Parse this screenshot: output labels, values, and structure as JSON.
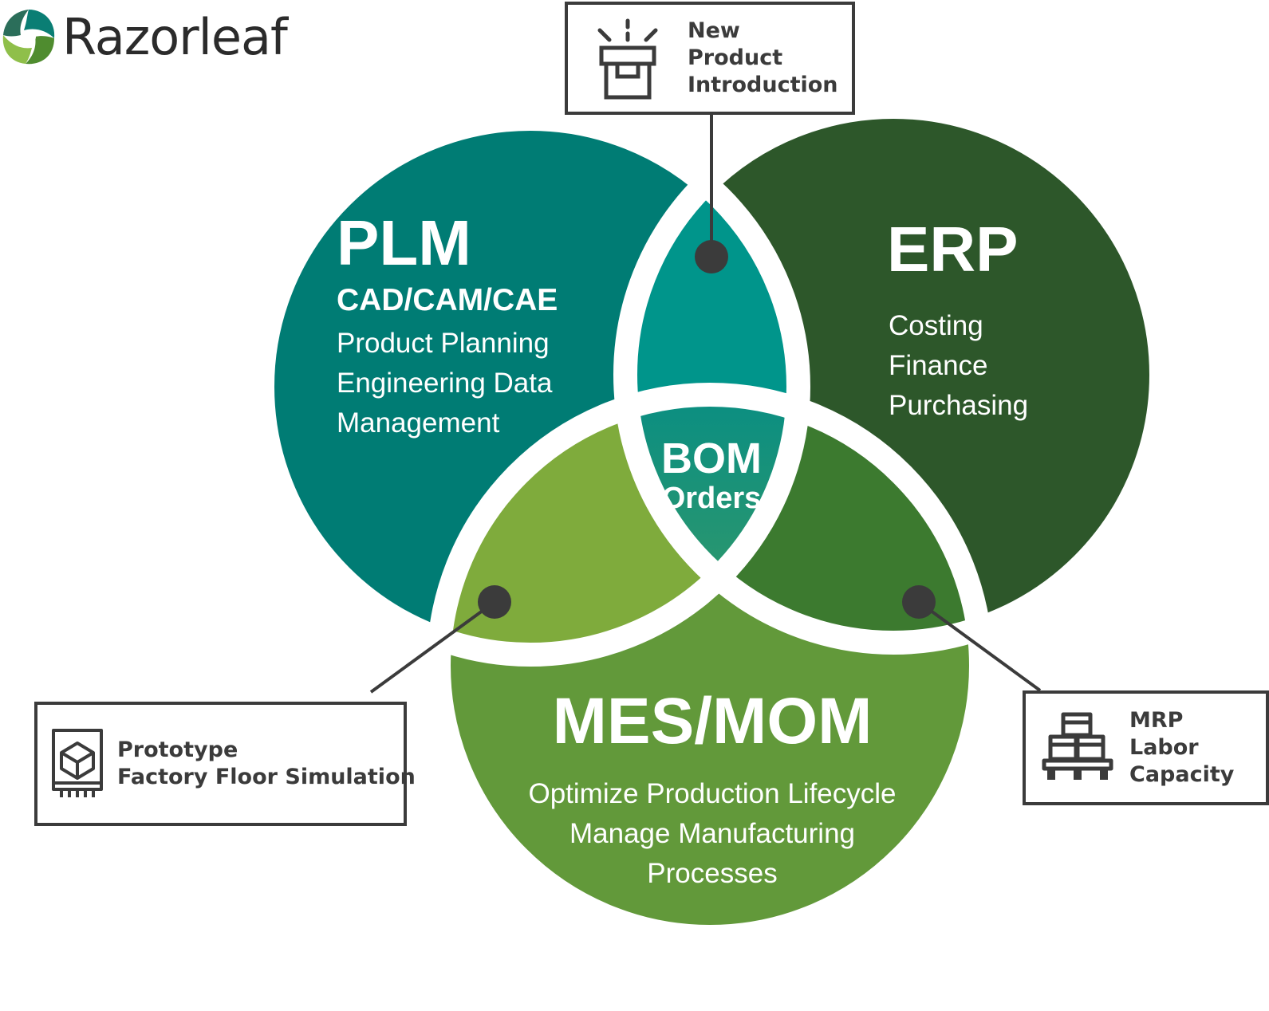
{
  "brand": {
    "name": "Razorleaf"
  },
  "colors": {
    "plm": "#007c74",
    "erp": "#2d572a",
    "mes": "#62993a",
    "plm_erp_overlap": "#00958b",
    "plm_mes_overlap": "#7fab3c",
    "erp_mes_overlap": "#3c7a2f",
    "center_top": "#0a8e82",
    "center_bottom": "#6aa848",
    "connector": "#3b3b3b"
  },
  "circles": {
    "plm": {
      "title": "PLM",
      "subtitle": "CAD/CAM/CAE",
      "lines": [
        "Product Planning",
        "Engineering Data",
        "Management"
      ]
    },
    "erp": {
      "title": "ERP",
      "lines": [
        "Costing",
        "Finance",
        "Purchasing"
      ]
    },
    "mes": {
      "title": "MES/MOM",
      "lines": [
        "Optimize Production Lifecycle",
        "Manage Manufacturing",
        "Processes"
      ]
    }
  },
  "center": {
    "line1": "BOM",
    "line2": "Orders"
  },
  "callouts": {
    "npi": {
      "icon": "open-box-icon",
      "lines": [
        "New",
        "Product",
        "Introduction"
      ]
    },
    "prototype": {
      "icon": "3d-cube-print-icon",
      "lines": [
        "Prototype",
        "Factory Floor Simulation"
      ]
    },
    "mrp": {
      "icon": "pallet-boxes-icon",
      "lines": [
        "MRP",
        "Labor",
        "Capacity"
      ]
    }
  }
}
